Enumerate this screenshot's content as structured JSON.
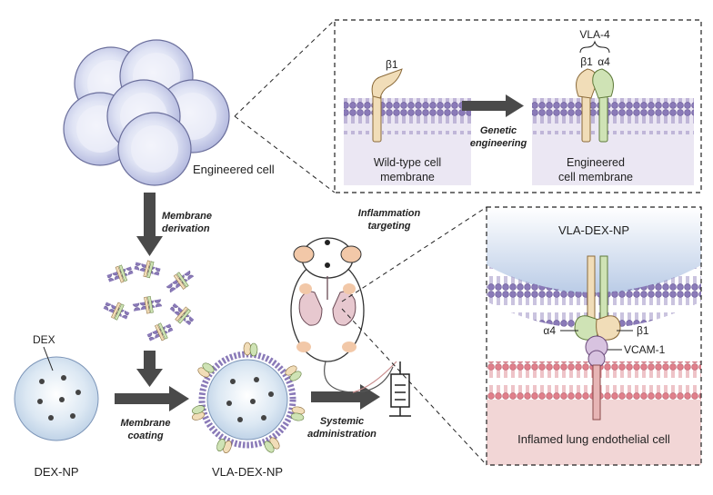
{
  "labels": {
    "engineered_cell": "Engineered cell",
    "membrane_derivation_1": "Membrane",
    "membrane_derivation_2": "derivation",
    "membrane_coating_1": "Membrane",
    "membrane_coating_2": "coating",
    "systemic_1": "Systemic",
    "systemic_2": "administration",
    "inflammation_1": "Inflammation",
    "inflammation_2": "targeting",
    "dex": "DEX",
    "dex_np": "DEX-NP",
    "vla_dex_np": "VLA-DEX-NP",
    "vla_dex_np_panel": "VLA-DEX-NP",
    "vla4": "VLA-4",
    "beta1": "β1",
    "alpha4": "α4",
    "vcam1": "VCAM-1",
    "genetic_1": "Genetic",
    "genetic_2": "engineering",
    "wild_type_1": "Wild-type cell",
    "wild_type_2": "membrane",
    "engineered_membrane_1": "Engineered",
    "engineered_membrane_2": "cell membrane",
    "inflamed_cell": "Inflamed lung endothelial cell"
  },
  "colors": {
    "cell_fill": "#c9cde8",
    "cell_inner": "#e3e6f5",
    "cell_stroke": "#5a5a8a",
    "lipid_purple": "#8a7ab8",
    "lipid_red": "#d97a86",
    "panel_bg_purple": "#ebe7f3",
    "panel_bg_pink": "#f2d6d6",
    "beta1": "#f1ddb8",
    "alpha4": "#cfe3b5",
    "vcam1": "#d8c3e0",
    "arrow": "#4a4a4a"
  },
  "icons": [
    "cell-cluster",
    "membrane-fragment",
    "nanoparticle",
    "mouse",
    "syringe",
    "arrow"
  ]
}
